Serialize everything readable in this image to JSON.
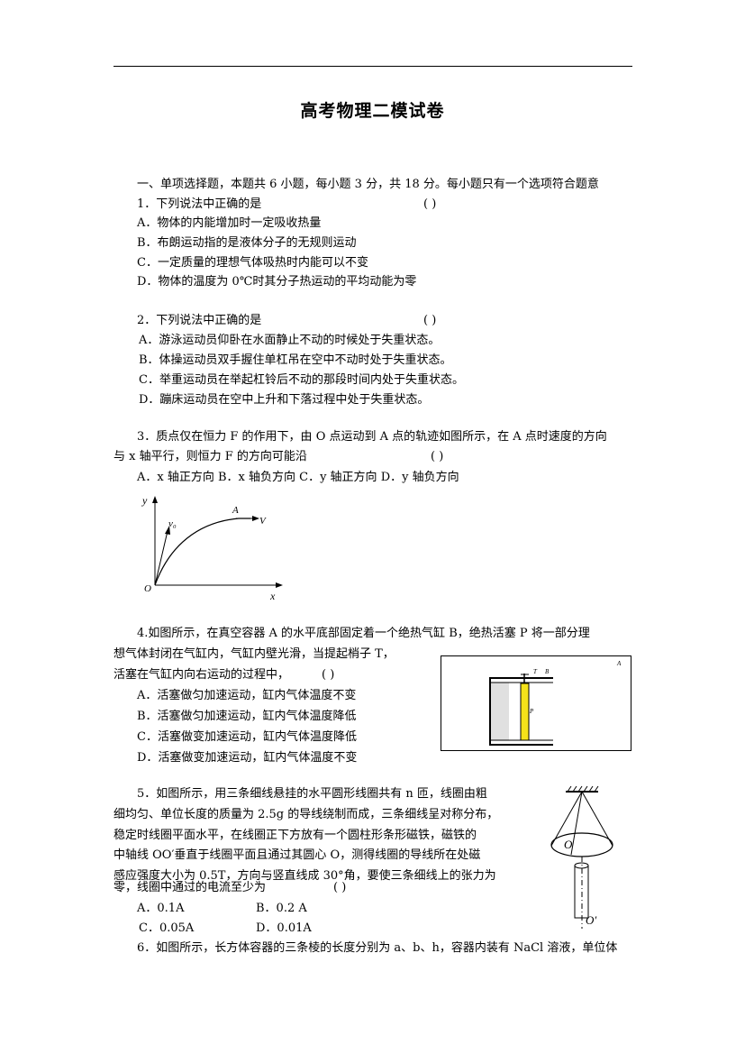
{
  "title": "高考物理二模试卷",
  "section1": "一、单项选择题，本题共 6 小题，每小题 3 分，共 18 分。每小题只有一个选项符合题意",
  "q1": {
    "stem": "1．下列说法中正确的是",
    "paren": "(    )",
    "options": [
      "A．物体的内能增加时一定吸收热量",
      "B．布朗运动指的是液体分子的无规则运动",
      "C．一定质量的理想气体吸热时内能可以不变",
      "D．物体的温度为 0℃时其分子热运动的平均动能为零"
    ]
  },
  "q2": {
    "stem": "2．下列说法中正确的是",
    "paren": "(     )",
    "options": [
      "A．游泳运动员仰卧在水面静止不动的时候处于失重状态。",
      "B．体操运动员双手握住单杠吊在空中不动时处于失重状态。",
      "C．举重运动员在举起杠铃后不动的那段时间内处于失重状态。",
      "D．蹦床运动员在空中上升和下落过程中处于失重状态。"
    ]
  },
  "q3": {
    "line1": "3．质点仅在恒力 F 的作用下，由 O 点运动到 A 点的轨迹如图所示，在 A 点时速度的方向",
    "line2": "与 x 轴平行，则恒力 F 的方向可能沿",
    "paren": "(     )",
    "options": "A．x 轴正方向      B．x 轴负方向      C．y 轴正方向      D．y 轴负方向",
    "fig": {
      "y": "y",
      "x": "x",
      "o": "O",
      "v0": "v₀",
      "a": "A",
      "v": "V"
    }
  },
  "q4": {
    "line1": "4.如图所示，在真空容器 A 的水平底部固定着一个绝热气缸 B，绝热活塞 P 将一部分理",
    "line2": "想气体封闭在气缸内，气缸内壁光滑，当提起梢子 T，",
    "line3": "活塞在气缸内向右运动的过程中，",
    "paren": "(     )",
    "options": [
      "A．活塞做匀加速运动，缸内气体温度不变",
      "B．活塞做匀加速运动，缸内气体温度降低",
      "C．活塞做变加速运动，缸内气体温度降低",
      "D．活塞做变加速运动，缸内气体温度不变"
    ],
    "fig": {
      "a": "A",
      "t": "T",
      "b": "B",
      "p": "P"
    }
  },
  "q5": {
    "lines": [
      "5．如图所示，用三条细线悬挂的水平圆形线圈共有 n 匝，线圈由粗",
      "细均匀、单位长度的质量为 2.5g 的导线绕制而成，三条细线呈对称分布，",
      "稳定时线圈平面水平，在线圈正下方放有一个圆柱形条形磁铁，磁铁的",
      "中轴线 OO′垂直于线圈平面且通过其圆心 O，测得线圈的导线所在处磁",
      "感应强度大小为 0.5T，方向与竖直线成 30°角，要使三条细线上的张力为",
      "零，线圈中通过的电流至少为"
    ],
    "paren": "(     )",
    "optA": "A．0.1A",
    "optB": "B．0.2 A",
    "optC": "C．0.05A",
    "optD": "D．0.01A",
    "fig": {
      "o": "O",
      "o2": "O′"
    }
  },
  "q6": {
    "line1": "6．如图所示，长方体容器的三条棱的长度分别为 a、b、h，容器内装有 NaCl 溶液，单位体"
  }
}
